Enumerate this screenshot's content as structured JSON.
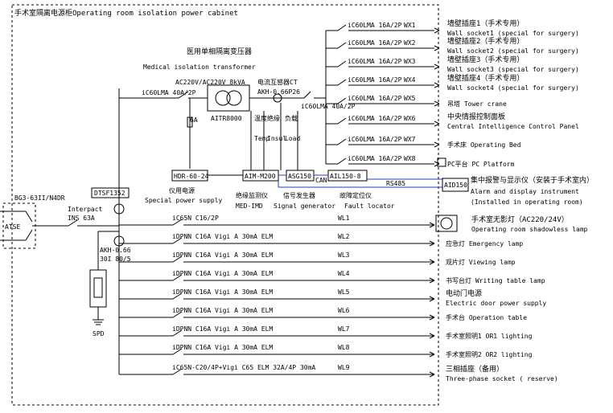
{
  "title": "手术室隔离电源柜Operating room isolation power cabinet",
  "incoming": {
    "ats_label": "ATSE",
    "ats_model": "BG3-63II/N4DR",
    "interlock_label": "Interpact",
    "interlock_model": "INS 63A",
    "dtsf_label": "DTSF1352",
    "akh_label1": "AKH-0.66",
    "akh_label2": "30I 80/5",
    "spd_label": "SPD"
  },
  "transformer": {
    "title_cn": "医用单相隔离变压器",
    "title_en": "Medical isolation transformer",
    "rating": "AC220V/AC220V 8kVA",
    "model": "AITR8000",
    "breaker": "iC60LMA 40A/2P",
    "fuse": "6A"
  },
  "ct": {
    "title_cn": "电流互感器CT",
    "model": "AKH-0.66P26"
  },
  "main_outlet_breaker": "iC60LMA 40A/2P",
  "monitor": {
    "hdr": "HDR-60-24",
    "special_power_cn": "仪用电源",
    "special_power_en": "Special power supply",
    "aim": "AIM-M200",
    "asg": "ASG150",
    "ail": "AIL150-8",
    "aid": "AID150",
    "can_label": "CAN",
    "rs485_label": "RS485",
    "aim_cn": "绝缘监测仪",
    "aim_en": "MED-IMD",
    "asg_cn": "信号发生器",
    "asg_en": "Signal generator",
    "ail_cn": "故障定位仪",
    "ail_en": "Fault locator",
    "temp_cn": "温度",
    "temp_en": "Temp",
    "insul_cn": "绝缘",
    "insul_en": "Insul",
    "load_cn": "负载",
    "load_en": "Load",
    "alarm_cn": "集中报警与显示仪（安装于手术室内）",
    "alarm_en1": "Alarm and display instrument",
    "alarm_en2": "(Installed in operating room)"
  },
  "wx_circuits": [
    {
      "breaker": "iC60LMA 16A/2P",
      "id": "WX1",
      "cn": "墙壁插座1（手术专用）",
      "en": "Wall socket1 (special for surgery)"
    },
    {
      "breaker": "iC60LMA 16A/2P",
      "id": "WX2",
      "cn": "墙壁插座2（手术专用）",
      "en": "Wall socket2 (special for surgery)"
    },
    {
      "breaker": "iC60LMA 16A/2P",
      "id": "WX3",
      "cn": "墙壁插座3（手术专用）",
      "en": "Wall socket3 (special for surgery)"
    },
    {
      "breaker": "iC60LMA 16A/2P",
      "id": "WX4",
      "cn": "墙壁插座4（手术专用）",
      "en": "Wall socket4 (special for surgery)"
    },
    {
      "breaker": "iC60LMA 16A/2P",
      "id": "WX5",
      "cn": "",
      "en": "吊塔 Tower crane"
    },
    {
      "breaker": "iC60LMA 16A/2P",
      "id": "WX6",
      "cn": "中央情报控制面板",
      "en": "Central Intelligence Control Panel"
    },
    {
      "breaker": "iC60LMA 16A/2P",
      "id": "WX7",
      "cn": "",
      "en": "手术床 Operating Bed"
    },
    {
      "breaker": "iC60LMA 16A/2P",
      "id": "WX8",
      "cn": "",
      "en": "PC平台 PC Platform"
    }
  ],
  "wl_circuits": [
    {
      "breaker": "iC65N C16/2P",
      "id": "WL1",
      "cn": "手术室无影灯（AC220/24V）",
      "en": "Operating room shadowless lamp"
    },
    {
      "breaker": "iDPNN C16A Vigi A 30mA ELM",
      "id": "WL2",
      "cn": "",
      "en": "应急灯 Emergency lamp"
    },
    {
      "breaker": "iDPNN C16A Vigi A 30mA ELM",
      "id": "WL3",
      "cn": "",
      "en": "观片灯 Viewing lamp"
    },
    {
      "breaker": "iDPNN C16A Vigi A 30mA ELM",
      "id": "WL4",
      "cn": "",
      "en": "书写台灯 Writing table lamp"
    },
    {
      "breaker": "iDPNN C16A Vigi A 30mA ELM",
      "id": "WL5",
      "cn": "电动门电源",
      "en": "Electric door power supply"
    },
    {
      "breaker": "iDPNN C16A Vigi A 30mA ELM",
      "id": "WL6",
      "cn": "",
      "en": "手术台 Operation table"
    },
    {
      "breaker": "iDPNN C16A Vigi A 30mA ELM",
      "id": "WL7",
      "cn": "",
      "en": "手术室照明1 OR1 lighting"
    },
    {
      "breaker": "iDPNN C16A Vigi A 30mA ELM",
      "id": "WL8",
      "cn": "",
      "en": "手术室照明2 OR2 lighting"
    },
    {
      "breaker": "iC65N-C20/4P+Vigi C65 ELM 32A/4P 30mA",
      "id": "WL9",
      "cn": "三相插座（备用）",
      "en": "Three-phase socket ( reserve)"
    }
  ]
}
